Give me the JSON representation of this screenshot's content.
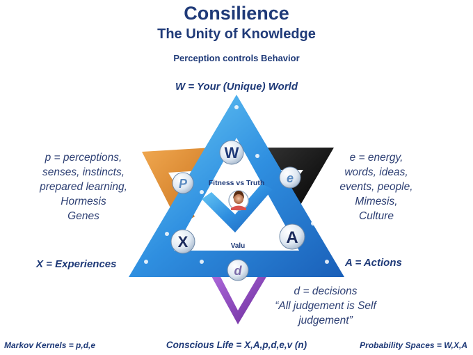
{
  "header": {
    "title": "Consilience",
    "subtitle": "The Unity of Knowledge",
    "tagline": "Perception controls Behavior"
  },
  "labels": {
    "world": "W = Your (Unique) World",
    "experiences": "X = Experiences",
    "actions": "A = Actions"
  },
  "descriptions": {
    "perceptions": [
      "p = perceptions,",
      "senses, instincts,",
      "prepared learning,",
      "Hormesis",
      "Genes"
    ],
    "energy": [
      "e = energy,",
      "words, ideas,",
      "events, people,",
      "Mimesis,",
      "Culture"
    ],
    "decisions": [
      "d = decisions",
      "“All judgement is Self",
      "judgement”"
    ]
  },
  "diagram": {
    "nodes": {
      "W": "W",
      "P": "P",
      "e": "e",
      "X": "X",
      "A": "A",
      "d": "d"
    },
    "center_label": "Fitness vs Truth",
    "center_sub": "Valu",
    "colors": {
      "blue": "#2f8fe0",
      "blue_light": "#5fc0f5",
      "black": "#111111",
      "orange": "#e08a2c",
      "purple": "#8e3fc0"
    }
  },
  "footer": {
    "left": "Markov Kernels = p,d,e",
    "center": "Conscious Life = X,A,p,d,e,v (n)",
    "right": "Probability Spaces = W,X,A"
  }
}
